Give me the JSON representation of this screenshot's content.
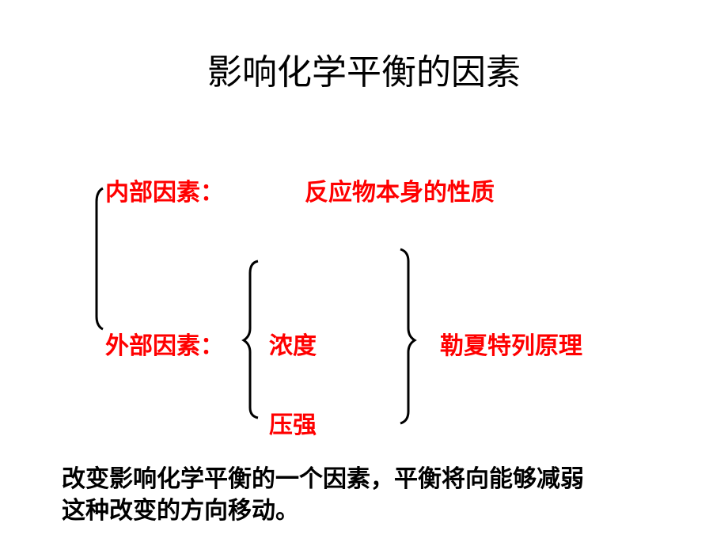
{
  "slide": {
    "title": "影响化学平衡的因素",
    "internal_label": "内部因素：",
    "internal_value": "反应物本身的性质",
    "external_label": "外部因素：",
    "external_items": [
      "浓度",
      "压强"
    ],
    "principle": "勒夏特列原理",
    "conclusion_line1": "改变影响化学平衡的一个因素，平衡将向能够减弱",
    "conclusion_line2": "这种改变的方向移动。"
  },
  "colors": {
    "accent": "#ff0000",
    "text": "#000000",
    "background": "#ffffff"
  }
}
